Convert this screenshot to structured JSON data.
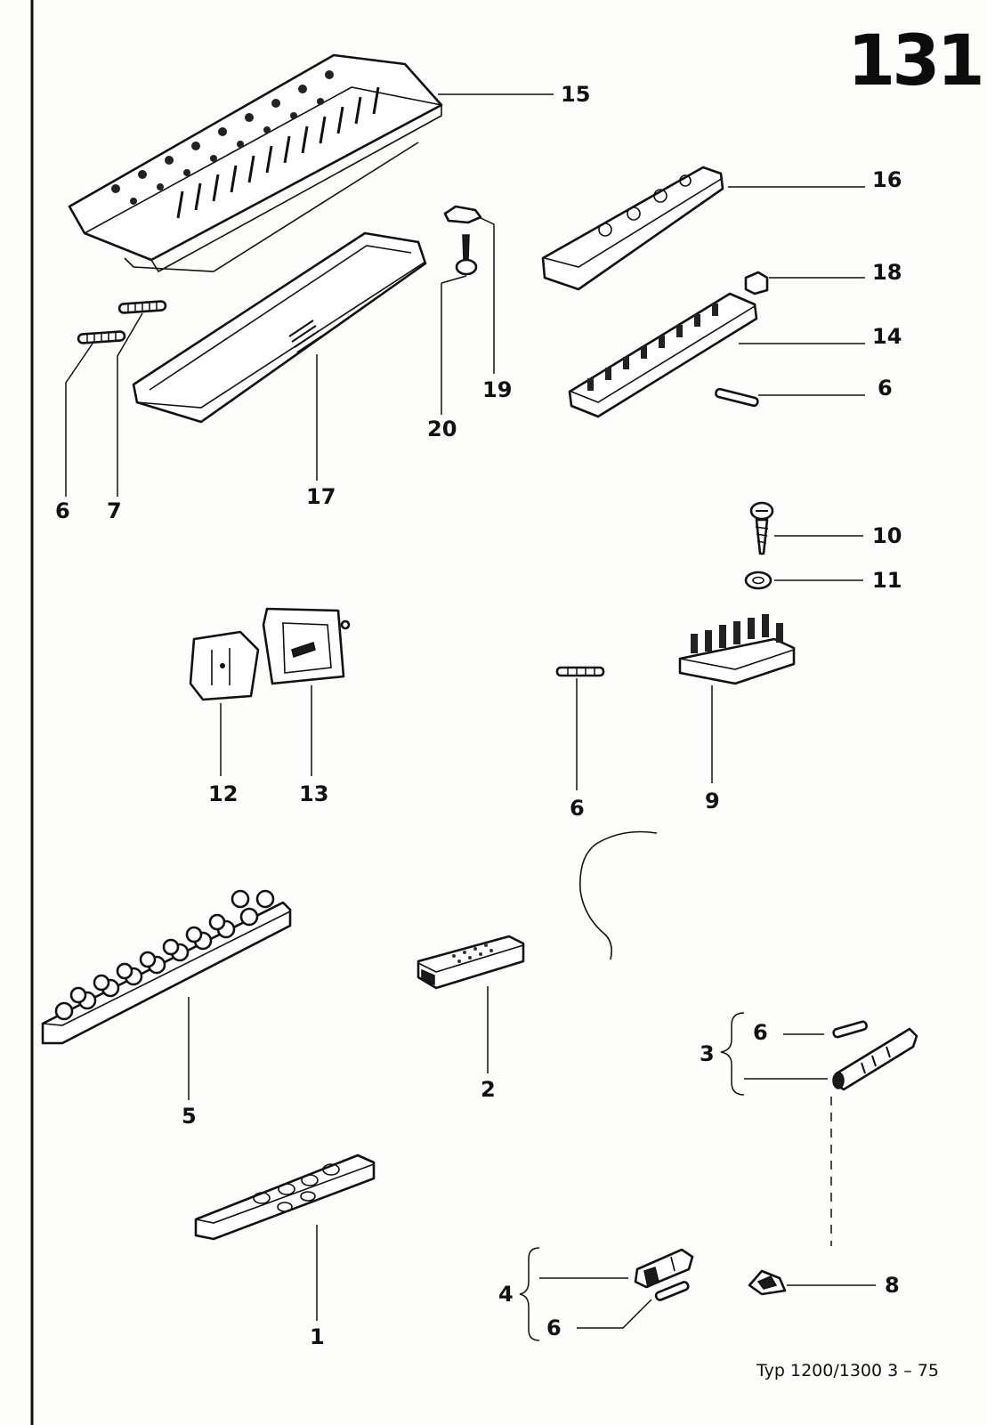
{
  "page_number": "131",
  "footer": "Typ 1200/1300  3 – 75",
  "labels": {
    "p15": "15",
    "p16": "16",
    "p18": "18",
    "p14": "14",
    "p6_a": "6",
    "p19": "19",
    "p20": "20",
    "p6_b": "6",
    "p7": "7",
    "p17": "17",
    "p10": "10",
    "p11": "11",
    "p12": "12",
    "p13": "13",
    "p6_c": "6",
    "p9": "9",
    "p5": "5",
    "p2": "2",
    "p3": "3",
    "p6_d": "6",
    "p1": "1",
    "p4": "4",
    "p6_e": "6",
    "p8": "8"
  }
}
